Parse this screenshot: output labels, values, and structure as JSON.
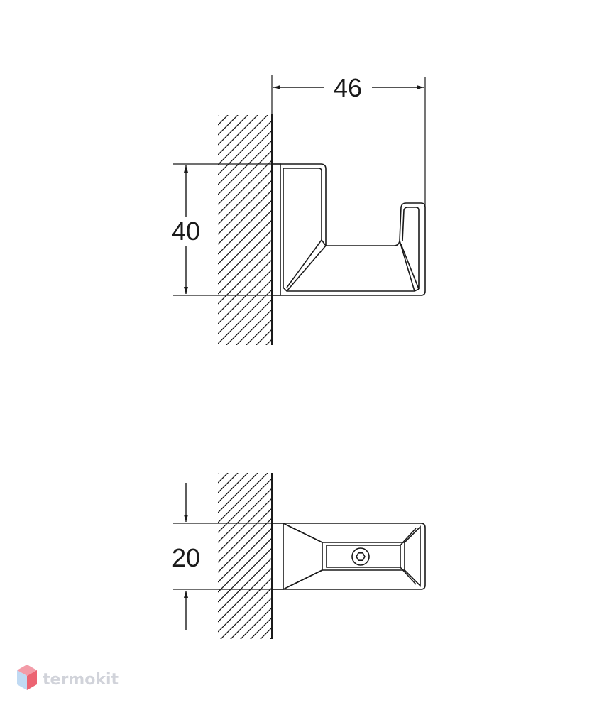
{
  "dimensions": {
    "width": "46",
    "height": "40",
    "depth": "20"
  },
  "watermark": {
    "text": "termokit",
    "colors": {
      "top": "#f28b9a",
      "left": "#b6d4f2",
      "right": "#e94a5a",
      "text": "#c9ccd4"
    }
  },
  "colors": {
    "line": "#1a1a1a",
    "background": "#ffffff"
  }
}
